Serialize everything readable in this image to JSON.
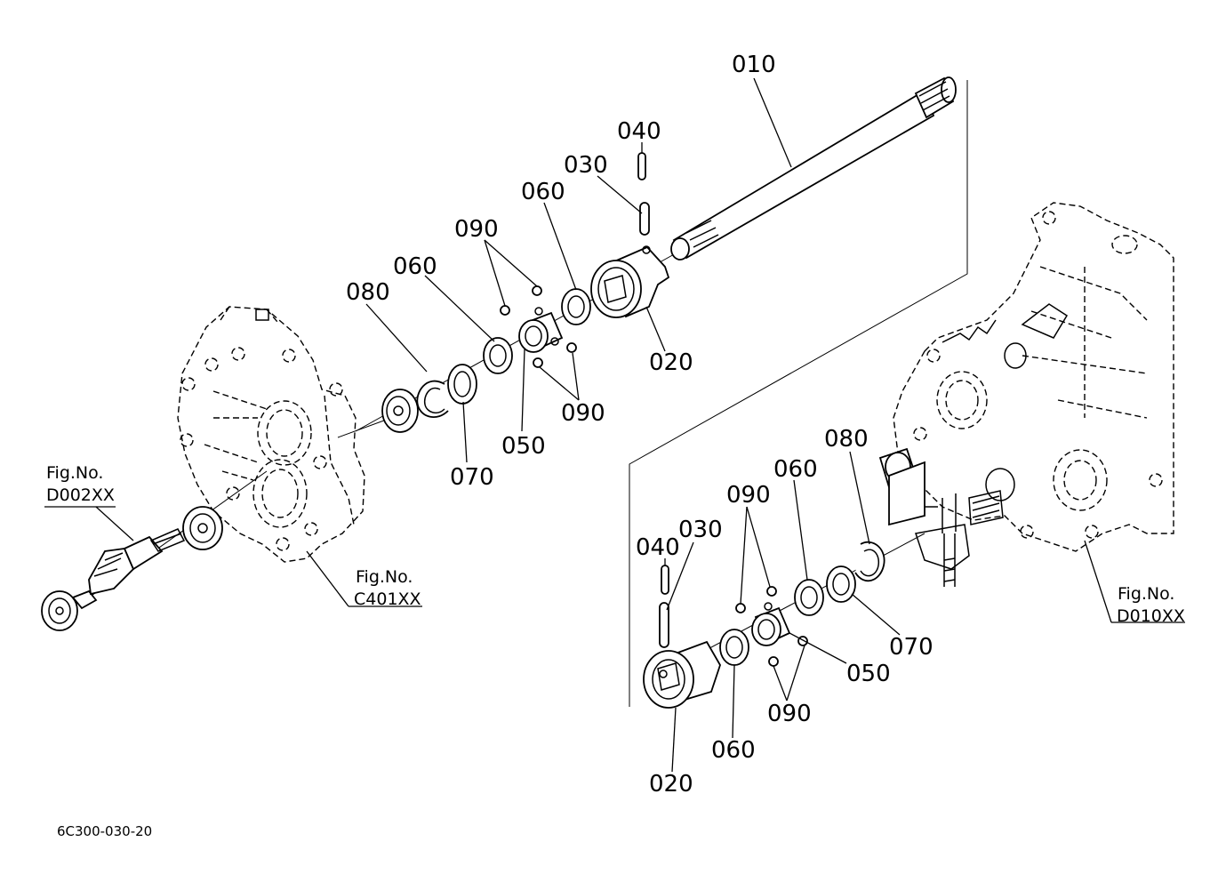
{
  "parts": {
    "p010": "010",
    "p020_top": "020",
    "p030_top": "030",
    "p040_top": "040",
    "p050_top": "050",
    "p060_top_a": "060",
    "p060_top_b": "060",
    "p070_top": "070",
    "p080_top": "080",
    "p090_top_a": "090",
    "p090_top_b": "090",
    "p020_bot": "020",
    "p030_bot": "030",
    "p040_bot": "040",
    "p050_bot": "050",
    "p060_bot_a": "060",
    "p060_bot_b": "060",
    "p070_bot": "070",
    "p080_bot": "080",
    "p090_bot_a": "090",
    "p090_bot_b": "090"
  },
  "figure_refs": {
    "d002": {
      "line1": "Fig.No.",
      "line2": "D002XX"
    },
    "c401": {
      "line1": "Fig.No.",
      "line2": "C401XX"
    },
    "d010": {
      "line1": "Fig.No.",
      "line2": "D010XX"
    }
  },
  "caption": "6C300-030-20"
}
